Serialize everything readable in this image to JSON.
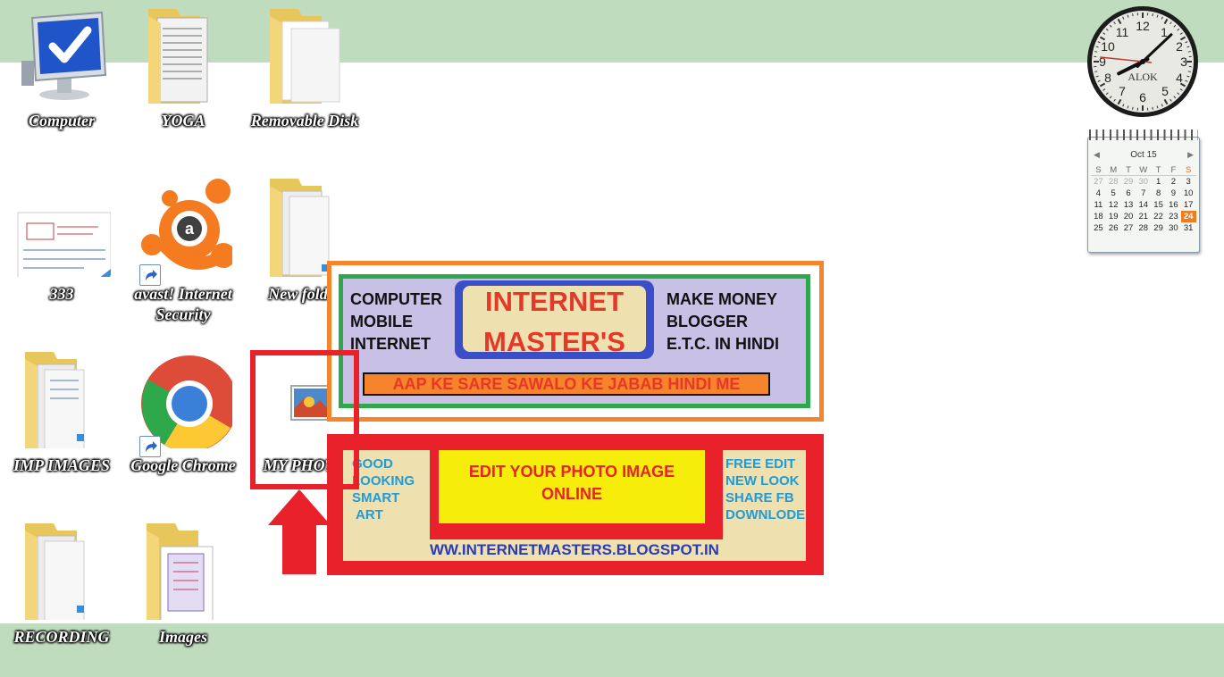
{
  "desktop": {
    "icons": [
      {
        "label": "Computer",
        "icon": "computer-icon"
      },
      {
        "label": "YOGA",
        "icon": "folder-icon"
      },
      {
        "label": "Removable Disk",
        "icon": "removable-disk-icon"
      },
      {
        "label": "333",
        "icon": "image-file-icon"
      },
      {
        "label": "avast! Internet Security",
        "icon": "avast-icon"
      },
      {
        "label": "New folder",
        "icon": "folder-icon"
      },
      {
        "label": "IMP IMAGES",
        "icon": "folder-icon"
      },
      {
        "label": "Google Chrome",
        "icon": "chrome-icon"
      },
      {
        "label": "MY PHOTO",
        "icon": "photo-file-icon"
      },
      {
        "label": "RECORDING",
        "icon": "folder-icon"
      },
      {
        "label": "Images",
        "icon": "folder-icon"
      }
    ]
  },
  "banner1": {
    "left": [
      "COMPUTER",
      "MOBILE",
      "INTERNET"
    ],
    "title_line1": "INTERNET",
    "title_line2": "MASTER'S",
    "right": [
      "MAKE MONEY",
      "BLOGGER",
      "E.T.C. IN HINDI"
    ],
    "tagline": "AAP KE SARE SAWALO KE JABAB HINDI ME"
  },
  "banner2": {
    "left": [
      "GOOD",
      "LOOKING",
      "SMART",
      "ART"
    ],
    "center_line1": "EDIT YOUR PHOTO IMAGE",
    "center_line2": "ONLINE",
    "right": [
      "FREE EDIT",
      "NEW LOOK",
      "SHARE FB",
      "DOWNLODE"
    ],
    "url": "WW.INTERNETMASTERS.BLOGSPOT.IN"
  },
  "clock": {
    "label": "ALOK",
    "hour": 8,
    "minute": 7,
    "second": 46
  },
  "calendar": {
    "month": "Oct 15",
    "weekdays": [
      "S",
      "M",
      "T",
      "W",
      "T",
      "F",
      "S"
    ],
    "rows": [
      [
        "27",
        "28",
        "29",
        "30",
        "1",
        "2",
        "3"
      ],
      [
        "4",
        "5",
        "6",
        "7",
        "8",
        "9",
        "10"
      ],
      [
        "11",
        "12",
        "13",
        "14",
        "15",
        "16",
        "17"
      ],
      [
        "18",
        "19",
        "20",
        "21",
        "22",
        "23",
        "24"
      ],
      [
        "25",
        "26",
        "27",
        "28",
        "29",
        "30",
        "31"
      ]
    ],
    "today": "24"
  },
  "colors": {
    "band": "#bfdcbf",
    "highlight": "#e8212b",
    "orange": "#f5842a",
    "green": "#2ea84a"
  }
}
